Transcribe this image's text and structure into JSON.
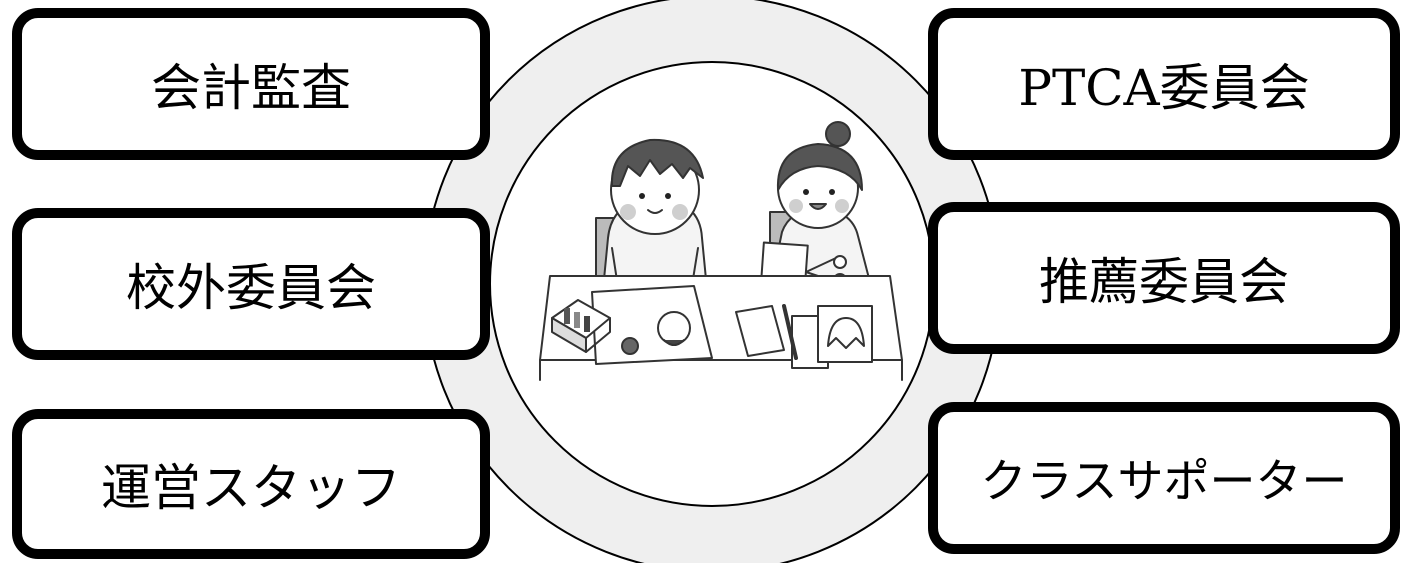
{
  "committees": {
    "left": [
      {
        "label": "会計監査"
      },
      {
        "label": "校外委員会"
      },
      {
        "label": "運営スタッフ"
      }
    ],
    "right": [
      {
        "label": "PTCA委員会"
      },
      {
        "label": "推薦委員会"
      },
      {
        "label": "クラスサポーター"
      }
    ]
  },
  "colors": {
    "ring_fill": "#efefef",
    "stroke": "#000000",
    "hair": "#555555",
    "skin": "#ffffff",
    "cheek": "#cfcfcf"
  },
  "illustration": {
    "subject": "two-children-doing-crafts-at-table"
  }
}
